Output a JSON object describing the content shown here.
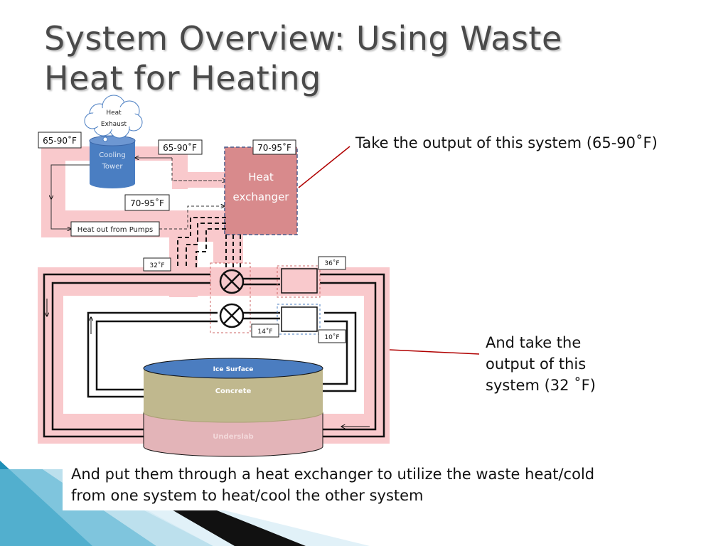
{
  "slide": {
    "title_line1": "System Overview: Using Waste",
    "title_line2": "Heat for Heating"
  },
  "callouts": {
    "top_right": "Take the output of this system (65-90˚F)",
    "middle_right": "And take the output of this system (32 ˚F)",
    "bottom": "And put them through a heat exchanger to utilize the waste heat/cold from one system to heat/cool the other system"
  },
  "diagram": {
    "cloud_line1": "Heat",
    "cloud_line2": "Exhaust",
    "cooling_tower_line1": "Cooling",
    "cooling_tower_line2": "Tower",
    "heat_exchanger_line1": "Heat",
    "heat_exchanger_line2": "exchanger",
    "heat_out_pumps": "Heat out from Pumps",
    "temp_tower": "65-90˚F",
    "temp_to_hx": "65-90˚F",
    "temp_hx_out": "70-95˚F",
    "temp_return": "70-95˚F",
    "temp_32": "32˚F",
    "temp_36": "36˚F",
    "temp_14": "14˚F",
    "temp_10": "10˚F",
    "rink_ice": "Ice Surface",
    "rink_concrete": "Concrete",
    "rink_underslab": "Underslab"
  },
  "colors": {
    "pipe_highlight": "#f9c9cc",
    "tower_blue": "#4a7ec2",
    "heat_exchanger": "#d88a8c",
    "ice_blue": "#4b7dc0",
    "concrete": "#c0b88e",
    "underslab": "#e3b4b8",
    "leader_line": "#b00000",
    "corner_teal": "#1f8fb6"
  }
}
